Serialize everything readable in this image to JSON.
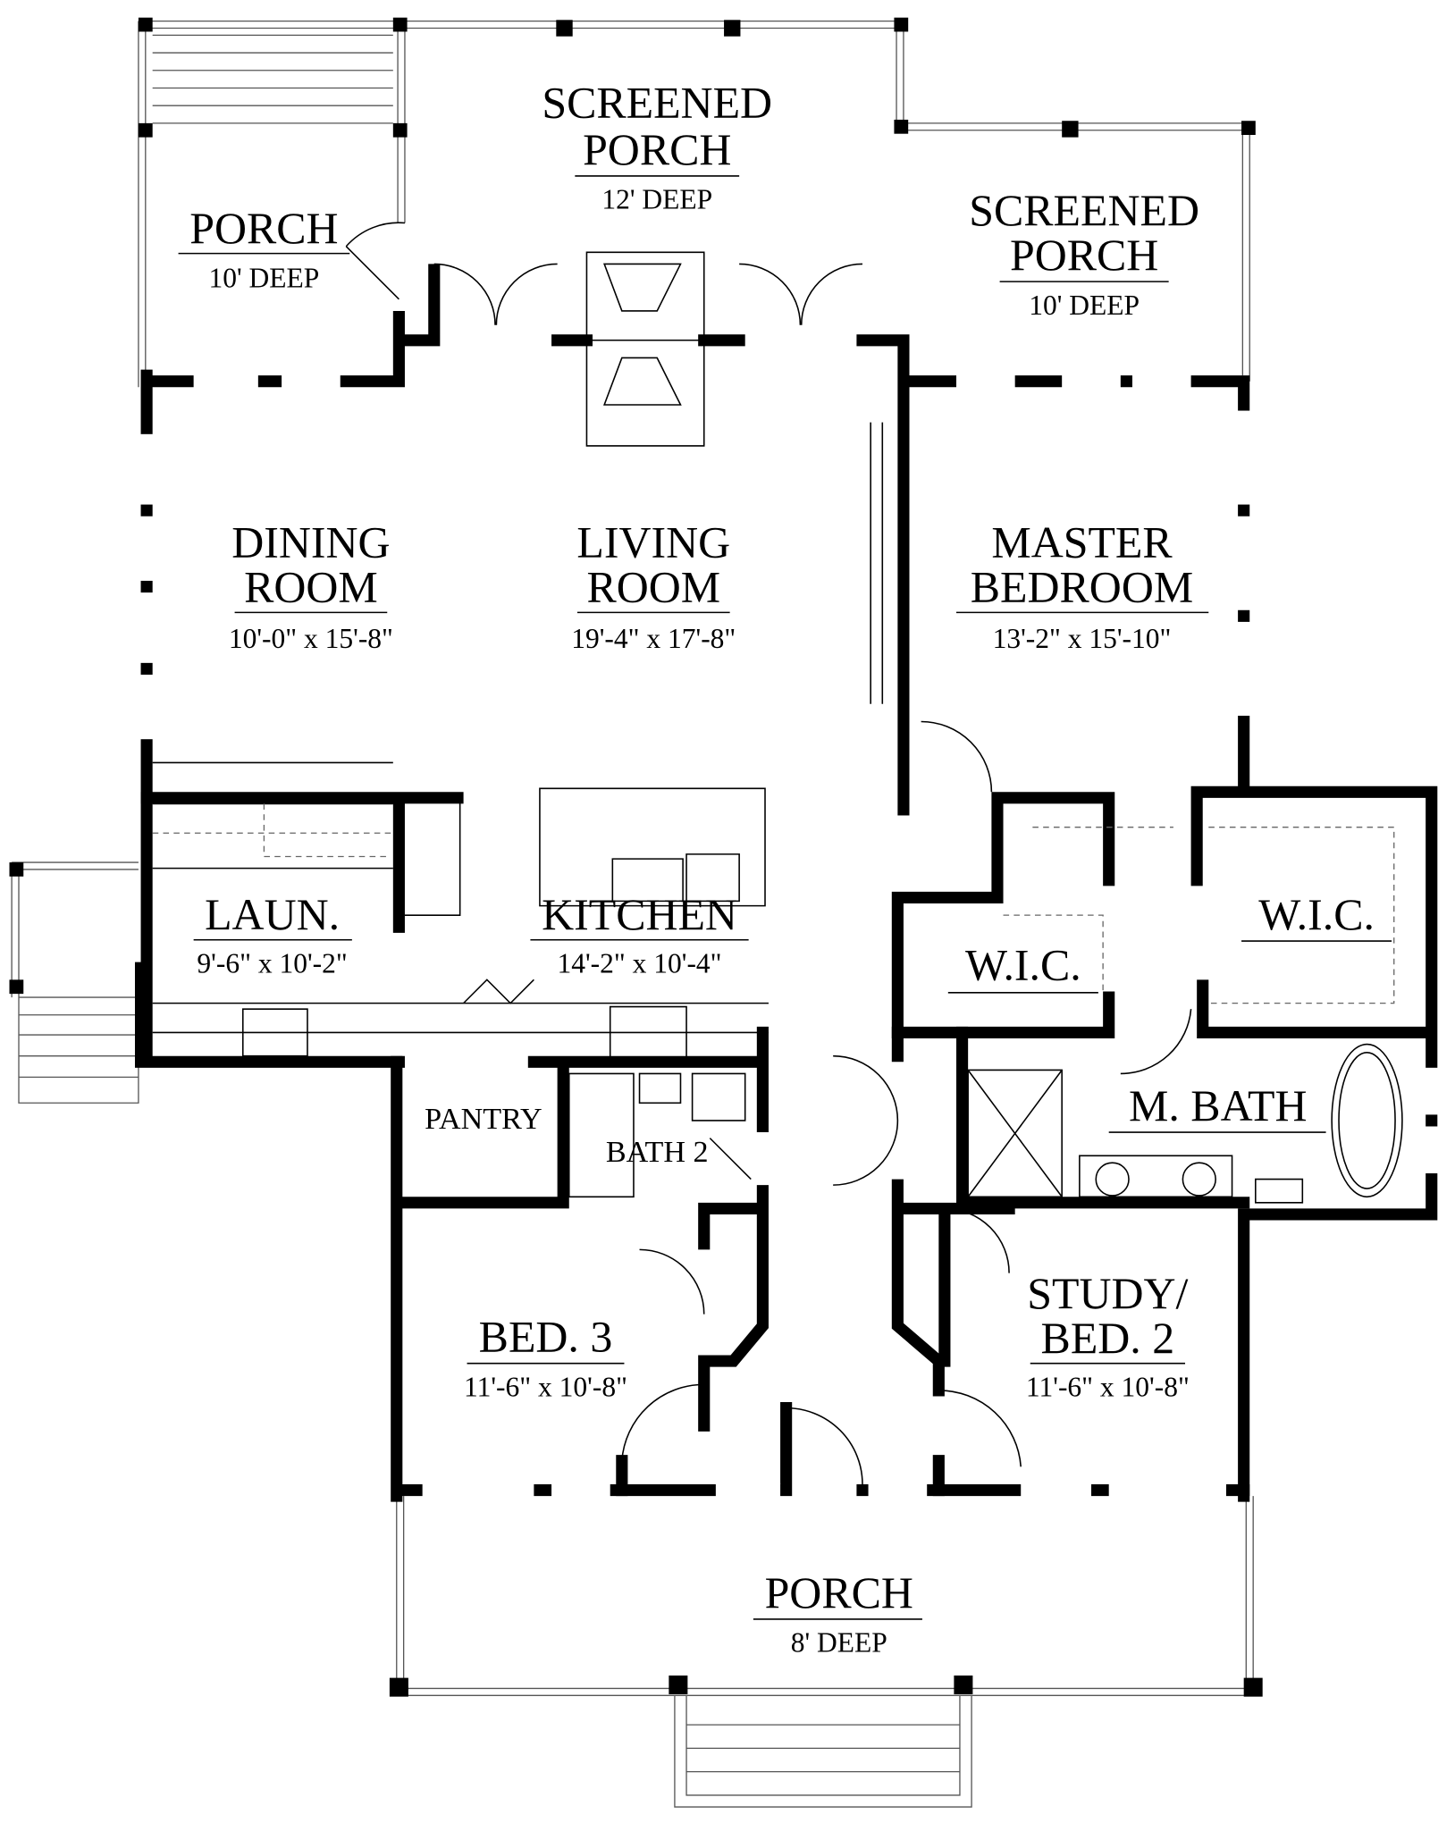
{
  "rooms": {
    "screened_porch_top": {
      "name1": "SCREENED",
      "name2": "PORCH",
      "dim": "12' DEEP"
    },
    "porch_left": {
      "name1": "PORCH",
      "dim": "10' DEEP"
    },
    "screened_porch_right": {
      "name1": "SCREENED",
      "name2": "PORCH",
      "dim": "10' DEEP"
    },
    "dining": {
      "name1": "DINING",
      "name2": "ROOM",
      "dim": "10'-0\" x 15'-8\""
    },
    "living": {
      "name1": "LIVING",
      "name2": "ROOM",
      "dim": "19'-4\" x 17'-8\""
    },
    "master": {
      "name1": "MASTER",
      "name2": "BEDROOM",
      "dim": "13'-2\" x 15'-10\""
    },
    "laundry": {
      "name1": "LAUN.",
      "dim": "9'-6\" x 10'-2\""
    },
    "kitchen": {
      "name1": "KITCHEN",
      "dim": "14'-2\" x 10'-4\""
    },
    "wic_left": {
      "name1": "W.I.C."
    },
    "wic_right": {
      "name1": "W.I.C."
    },
    "pantry": {
      "name1": "PANTRY"
    },
    "bath2": {
      "name1": "BATH 2"
    },
    "mbath": {
      "name1": "M. BATH"
    },
    "bed3": {
      "name1": "BED. 3",
      "dim": "11'-6\" x 10'-8\""
    },
    "study": {
      "name1": "STUDY/",
      "name2": "BED. 2",
      "dim": "11'-6\" x 10'-8\""
    },
    "porch_front": {
      "name1": "PORCH",
      "dim": "8' DEEP"
    }
  }
}
